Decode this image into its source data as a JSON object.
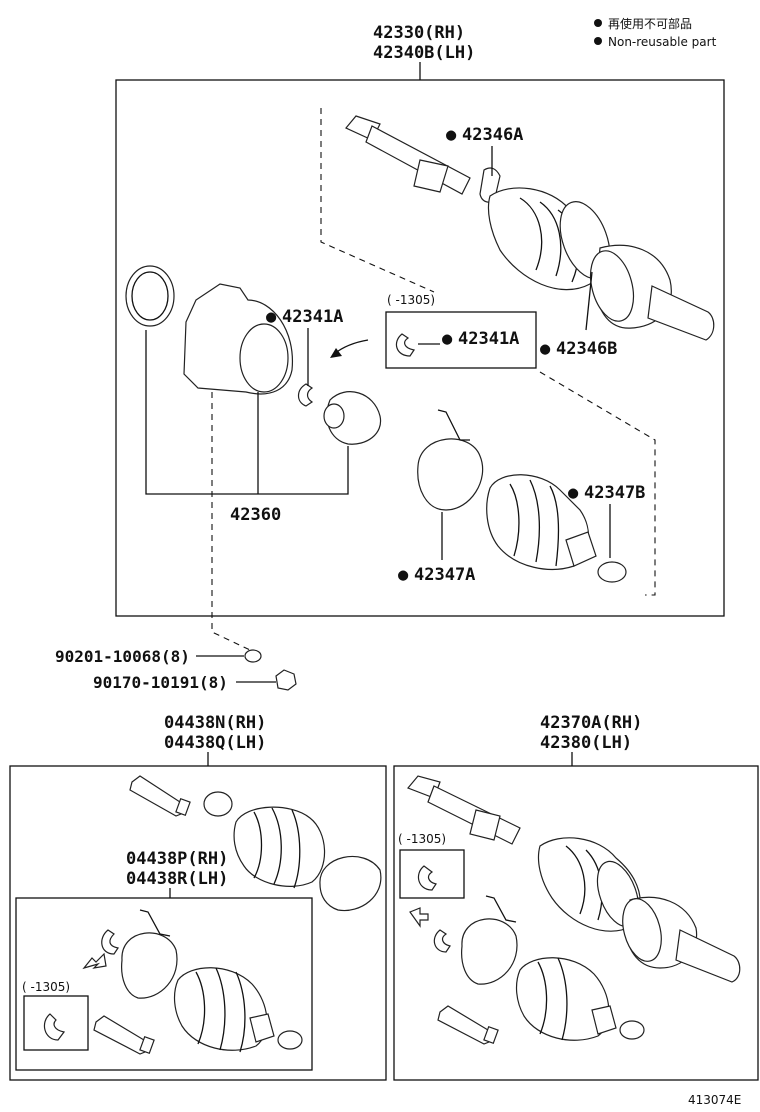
{
  "legend": {
    "line_jp": "再使用不可部品",
    "line_en": "Non-reusable part"
  },
  "bullet": "●",
  "assembly_top": {
    "rh": "42330(RH)",
    "lh": "42340B(LH)"
  },
  "parts": {
    "p42346A": "42346A",
    "p42346B": "42346B",
    "p42341A_main": "42341A",
    "p42341A_inset": "42341A",
    "p42347A": "42347A",
    "p42347B": "42347B",
    "p42360": "42360",
    "p90201": "90201-10068(8)",
    "p90170": "90170-10191(8)"
  },
  "inset_dates": {
    "top": "(   -1305)",
    "bottom_left": "(    -1305)",
    "bottom_right": "(   -1305)"
  },
  "kit_outer": {
    "rh": "04438N(RH)",
    "lh": "04438Q(LH)"
  },
  "kit_inner": {
    "rh": "04438P(RH)",
    "lh": "04438R(LH)"
  },
  "assembly_right": {
    "rh": "42370A(RH)",
    "lh": "42380(LH)"
  },
  "illustration_ref": "413074E"
}
